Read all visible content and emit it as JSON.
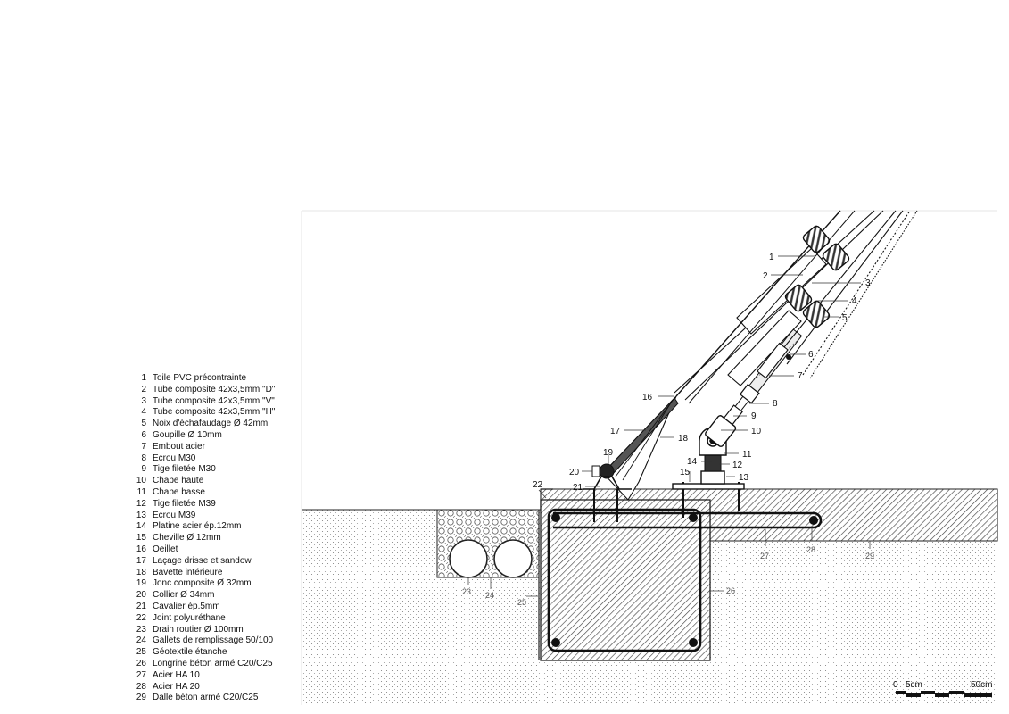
{
  "legend": [
    {
      "num": "1",
      "text": "Toile PVC précontrainte"
    },
    {
      "num": "2",
      "text": "Tube composite 42x3,5mm \"D\""
    },
    {
      "num": "3",
      "text": "Tube composite 42x3,5mm \"V\""
    },
    {
      "num": "4",
      "text": "Tube composite 42x3,5mm \"H\""
    },
    {
      "num": "5",
      "text": "Noix d'échafaudage Ø 42mm"
    },
    {
      "num": "6",
      "text": "Goupille Ø 10mm"
    },
    {
      "num": "7",
      "text": "Embout acier"
    },
    {
      "num": "8",
      "text": "Ecrou M30"
    },
    {
      "num": "9",
      "text": "Tige filetée M30"
    },
    {
      "num": "10",
      "text": "Chape haute"
    },
    {
      "num": "11",
      "text": "Chape basse"
    },
    {
      "num": "12",
      "text": "Tige filetée M39"
    },
    {
      "num": "13",
      "text": "Ecrou M39"
    },
    {
      "num": "14",
      "text": "Platine acier ép.12mm"
    },
    {
      "num": "15",
      "text": "Cheville Ø 12mm"
    },
    {
      "num": "16",
      "text": "Oeillet"
    },
    {
      "num": "17",
      "text": "Laçage drisse et sandow"
    },
    {
      "num": "18",
      "text": "Bavette intérieure"
    },
    {
      "num": "19",
      "text": "Jonc composite Ø 32mm"
    },
    {
      "num": "20",
      "text": "Collier Ø 34mm"
    },
    {
      "num": "21",
      "text": "Cavalier ép.5mm"
    },
    {
      "num": "22",
      "text": "Joint polyuréthane"
    },
    {
      "num": "23",
      "text": "Drain routier Ø 100mm"
    },
    {
      "num": "24",
      "text": "Gallets de remplissage 50/100"
    },
    {
      "num": "25",
      "text": "Géotextile étanche"
    },
    {
      "num": "26",
      "text": "Longrine béton armé C20/C25"
    },
    {
      "num": "27",
      "text": "Acier HA 10"
    },
    {
      "num": "28",
      "text": "Acier HA 20"
    },
    {
      "num": "29",
      "text": "Dalle béton armé C20/C25"
    }
  ],
  "callouts": {
    "c1": "1",
    "c2": "2",
    "c3": "3",
    "c4": "4",
    "c5": "5",
    "c6": "6",
    "c7": "7",
    "c8": "8",
    "c9": "9",
    "c10": "10",
    "c11": "11",
    "c12": "12",
    "c13": "13",
    "c14": "14",
    "c15": "15",
    "c16": "16",
    "c17": "17",
    "c18": "18",
    "c19": "19",
    "c20": "20",
    "c21": "21",
    "c22": "22",
    "c23": "23",
    "c24": "24",
    "c25": "25",
    "c26": "26",
    "c27": "27",
    "c28": "28",
    "c29": "29"
  },
  "scale": {
    "zero": "0",
    "mid": "5cm",
    "end": "50cm"
  }
}
